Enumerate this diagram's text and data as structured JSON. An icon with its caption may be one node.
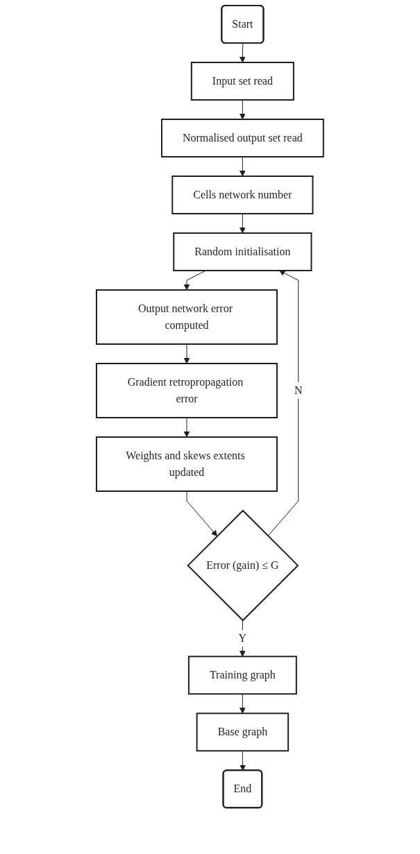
{
  "diagram": {
    "nodes": [
      {
        "text": [
          "Start"
        ]
      },
      {
        "text": [
          "Input set read"
        ]
      },
      {
        "text": [
          "Normalised output set read"
        ]
      },
      {
        "text": [
          "Cells network number"
        ]
      },
      {
        "text": [
          "Random initialisation"
        ]
      },
      {
        "text": [
          "Output network error computed"
        ]
      },
      {
        "text": [
          "Gradient retropropagation error"
        ]
      },
      {
        "text": [
          "Weights and skews extents updated"
        ]
      },
      {
        "text": [
          "Error (gain) ≤ G"
        ]
      },
      {
        "text": [
          "Training graph"
        ]
      },
      {
        "text": [
          "Base graph"
        ]
      },
      {
        "text": [
          "End"
        ]
      }
    ],
    "edges": [
      {
        "from": 0,
        "to": 1,
        "arrow": "to"
      },
      {
        "from": 1,
        "to": 2,
        "arrow": "to"
      },
      {
        "from": 2,
        "to": 3,
        "arrow": "to"
      },
      {
        "from": 3,
        "to": 4,
        "arrow": "to"
      },
      {
        "from": 4,
        "to": 5,
        "arrow": "to"
      },
      {
        "from": 5,
        "to": 6,
        "arrow": "to"
      },
      {
        "from": 6,
        "to": 7,
        "arrow": "to"
      },
      {
        "from": 7,
        "to": 8,
        "arrow": "to"
      },
      {
        "from": 8,
        "to": 9,
        "label": "Y",
        "arrow": "to"
      },
      {
        "from": 9,
        "to": 10,
        "arrow": "to"
      },
      {
        "from": 10,
        "to": 11,
        "arrow": "to"
      },
      {
        "from": 8,
        "to": 4,
        "label": "N",
        "arrow": "to"
      }
    ]
  }
}
